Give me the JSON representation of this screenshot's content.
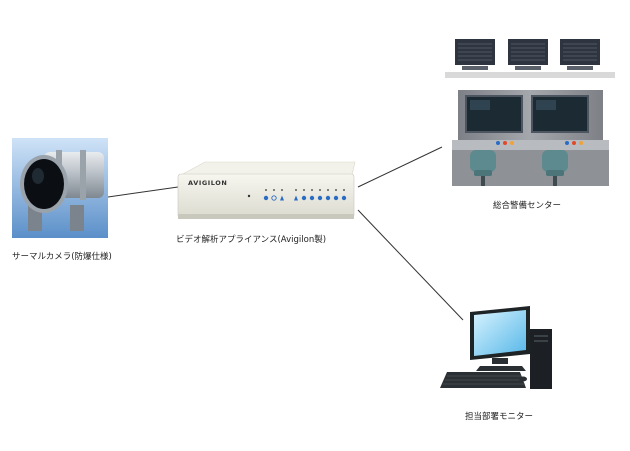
{
  "labels": {
    "thermal_camera": "サーマルカメラ(防爆仕様)",
    "appliance": "ビデオ解析アプライアンス(Avigilon製)",
    "monitoring_center": "総合警備センター",
    "department_monitor": "担当部署モニター"
  },
  "brand": {
    "name": "AVIGILON"
  },
  "colors": {
    "line": "#333333",
    "device_body": "#ecebe2",
    "screen": "#1c2a33",
    "cabinet": "#8e9196",
    "accent_blue": "#2a6cc4"
  },
  "icons": [
    "thermal-camera-icon",
    "video-appliance-icon",
    "control-room-icon",
    "desktop-pc-icon"
  ]
}
